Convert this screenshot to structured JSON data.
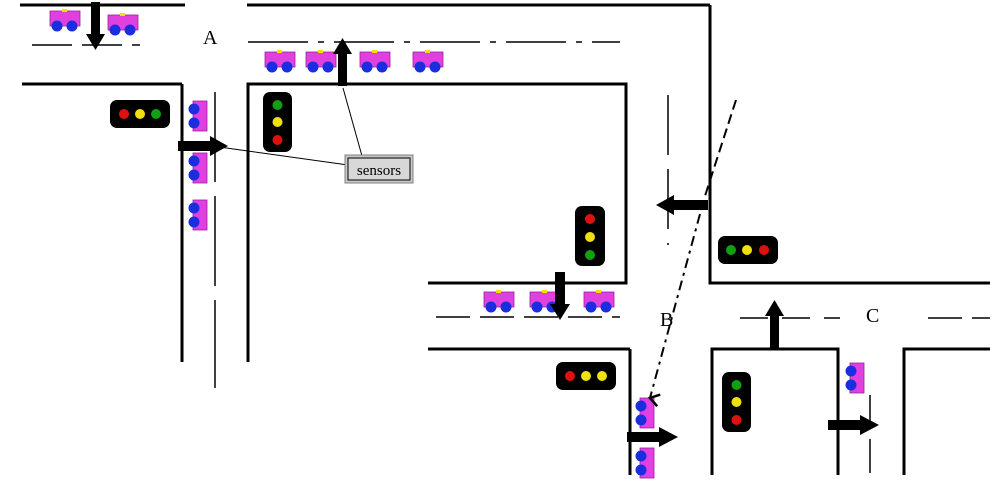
{
  "labels": {
    "intersection_a": "A",
    "intersection_b": "B",
    "intersection_c": "C",
    "sensors": "sensors"
  },
  "colors": {
    "road_edge": "#000000",
    "car_body": "#e040e0",
    "wheel": "#1a2ee0",
    "light_housing": "#000000",
    "light_red": "#e01010",
    "light_yellow": "#f0e010",
    "light_green": "#10a010",
    "sensor_box": "#c8c8c8"
  },
  "traffic_lights": [
    {
      "id": "light-a-horizontal",
      "orientation": "horizontal",
      "lamps": [
        "red",
        "yellow",
        "green"
      ]
    },
    {
      "id": "light-a-vertical",
      "orientation": "vertical",
      "lamps": [
        "green",
        "yellow",
        "red"
      ]
    },
    {
      "id": "light-b-vertical",
      "orientation": "vertical",
      "lamps": [
        "red",
        "yellow",
        "green"
      ]
    },
    {
      "id": "light-bc-horizontal",
      "orientation": "horizontal",
      "lamps": [
        "green",
        "yellow",
        "red"
      ]
    },
    {
      "id": "light-b-horizontal",
      "orientation": "horizontal",
      "lamps": [
        "red",
        "yellow",
        "yellow"
      ]
    },
    {
      "id": "light-c-vertical",
      "orientation": "vertical",
      "lamps": [
        "green",
        "yellow",
        "red"
      ]
    }
  ]
}
